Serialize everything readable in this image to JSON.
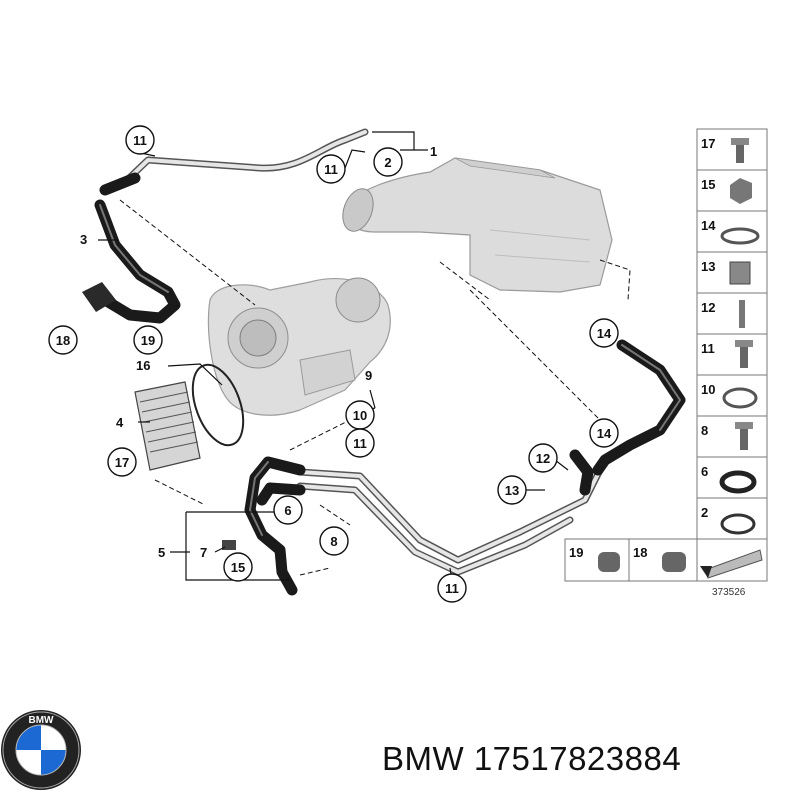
{
  "callouts": {
    "n1": "1",
    "n2": "2",
    "n3": "3",
    "n4": "4",
    "n5": "5",
    "n6": "6",
    "n7": "7",
    "n8": "8",
    "n9": "9",
    "n10": "10",
    "n11": "11",
    "n12": "12",
    "n13": "13",
    "n14": "14",
    "n15": "15",
    "n16": "16",
    "n17": "17",
    "n18": "18",
    "n19": "19"
  },
  "legend": {
    "items": [
      "17",
      "15",
      "14",
      "13",
      "12",
      "11",
      "10",
      "8",
      "6",
      "2"
    ],
    "bottom_items": [
      "19",
      "18"
    ]
  },
  "diagram_id": "373526",
  "brand": {
    "logo_letters": "BMW"
  },
  "footer": {
    "label": "BMW 17517823884"
  },
  "colors": {
    "ink": "#111111",
    "part_gray": "#d9d9d9",
    "hose_black": "#1a1a1a",
    "logo_blue": "#1c69d4"
  }
}
